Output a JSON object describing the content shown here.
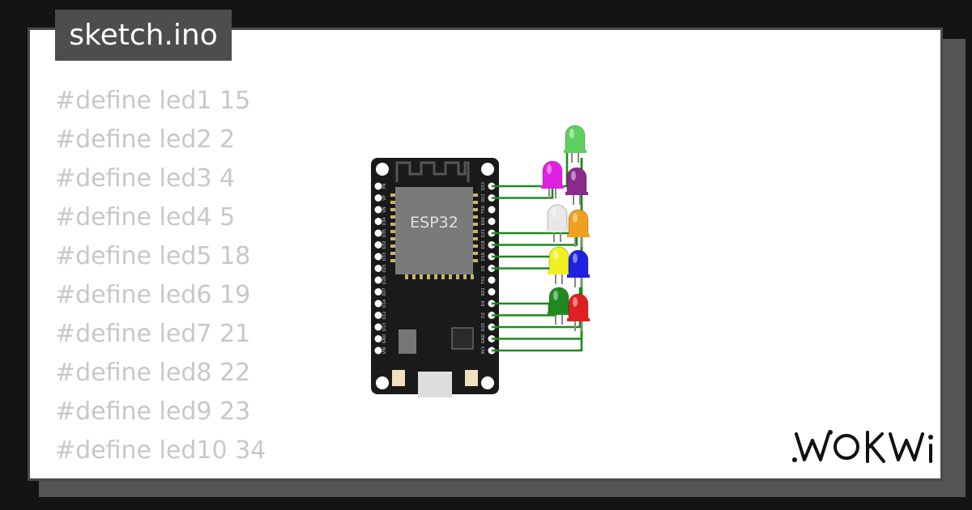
{
  "file_tab": {
    "label": "sketch.ino"
  },
  "code_lines": [
    "#define led1 15",
    "#define led2 2",
    "#define led3 4",
    "#define led4 5",
    "#define led5 18",
    "#define led6 19",
    "#define led7 21",
    "#define led8 22",
    "#define led9 23",
    "#define led10 34"
  ],
  "board": {
    "chip_label": "ESP32",
    "left_pins": [
      "EN",
      "VP",
      "VN",
      "D34",
      "D35",
      "D32",
      "D33",
      "D25",
      "D26",
      "D27",
      "D14",
      "D12",
      "D13",
      "GND",
      "VIN"
    ],
    "right_pins": [
      "D23",
      "D22",
      "TX0",
      "RX0",
      "D21",
      "D19",
      "D18",
      "D5",
      "TX2",
      "RX2",
      "D4",
      "D2",
      "D15",
      "GND",
      "3V3"
    ]
  },
  "leds": [
    {
      "name": "green",
      "color": "#5fcf5f"
    },
    {
      "name": "magenta",
      "color": "#e020e0"
    },
    {
      "name": "purple",
      "color": "#8a2a8a"
    },
    {
      "name": "white",
      "color": "#e8e8e8"
    },
    {
      "name": "orange",
      "color": "#f0a020"
    },
    {
      "name": "yellow",
      "color": "#f0f020"
    },
    {
      "name": "blue",
      "color": "#2020e0"
    },
    {
      "name": "dark-green",
      "color": "#208a20"
    },
    {
      "name": "red",
      "color": "#e02020"
    }
  ],
  "brand": {
    "logo_text": "WOKWi"
  }
}
